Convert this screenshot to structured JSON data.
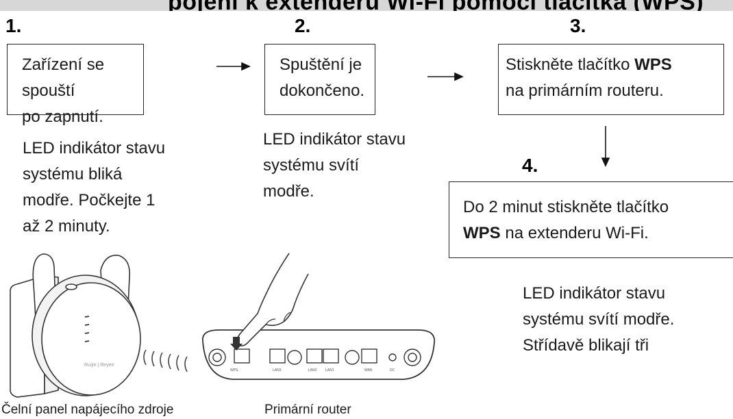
{
  "title": "pojení k extenderu Wi-Fi pomocí tlačítka (WPS)",
  "steps": [
    {
      "num": "1.",
      "box_lines": [
        "Zařízení se spouští",
        "po zapnutí."
      ],
      "desc_lines": [
        "LED indikátor stavu",
        "systému bliká",
        "modře. Počkejte 1",
        "až 2 minuty."
      ]
    },
    {
      "num": "2.",
      "box_lines": [
        "Spuštění je",
        "dokončeno."
      ],
      "desc_lines": [
        "LED indikátor stavu",
        "systému svítí",
        "modře."
      ]
    },
    {
      "num": "3.",
      "box_pre": "Stiskněte tlačítko ",
      "box_bold": "WPS",
      "box_line2": "na primárním routeru."
    },
    {
      "num": "4.",
      "box_line1": "Do 2 minut stiskněte tlačítko",
      "box_bold": "WPS",
      "box_line2_rest": " na extenderu Wi-Fi.",
      "desc_lines": [
        "LED indikátor stavu",
        "systému svítí modře.",
        "Střídavě blikají tři"
      ]
    }
  ],
  "captions": {
    "extender": "Čelní panel napájecího zdroje",
    "router": "Primární router"
  },
  "extender_logo": "Ruijie | Reyee",
  "router_ports": [
    "WPS",
    "LAN3",
    "LAN2",
    "LAN1",
    "WAN",
    "DC"
  ]
}
